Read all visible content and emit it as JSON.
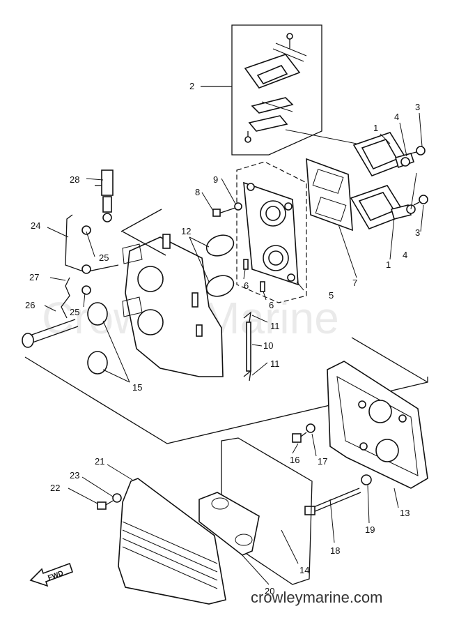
{
  "watermark": "CrowleyMarine",
  "footer_text": "crowleymarine.com",
  "fwd_label": "FWD",
  "callouts": {
    "c1a": "1",
    "c1b": "1",
    "c2": "2",
    "c3a": "3",
    "c3b": "3",
    "c4a": "4",
    "c4b": "4",
    "c5": "5",
    "c6a": "6",
    "c6b": "6",
    "c7": "7",
    "c8": "8",
    "c9": "9",
    "c10": "10",
    "c11a": "11",
    "c11b": "11",
    "c12": "12",
    "c13": "13",
    "c14": "14",
    "c15": "15",
    "c16": "16",
    "c17": "17",
    "c18": "18",
    "c19": "19",
    "c20": "20",
    "c21": "21",
    "c22": "22",
    "c23": "23",
    "c24": "24",
    "c25a": "25",
    "c25b": "25",
    "c26": "26",
    "c27": "27",
    "c28": "28"
  }
}
